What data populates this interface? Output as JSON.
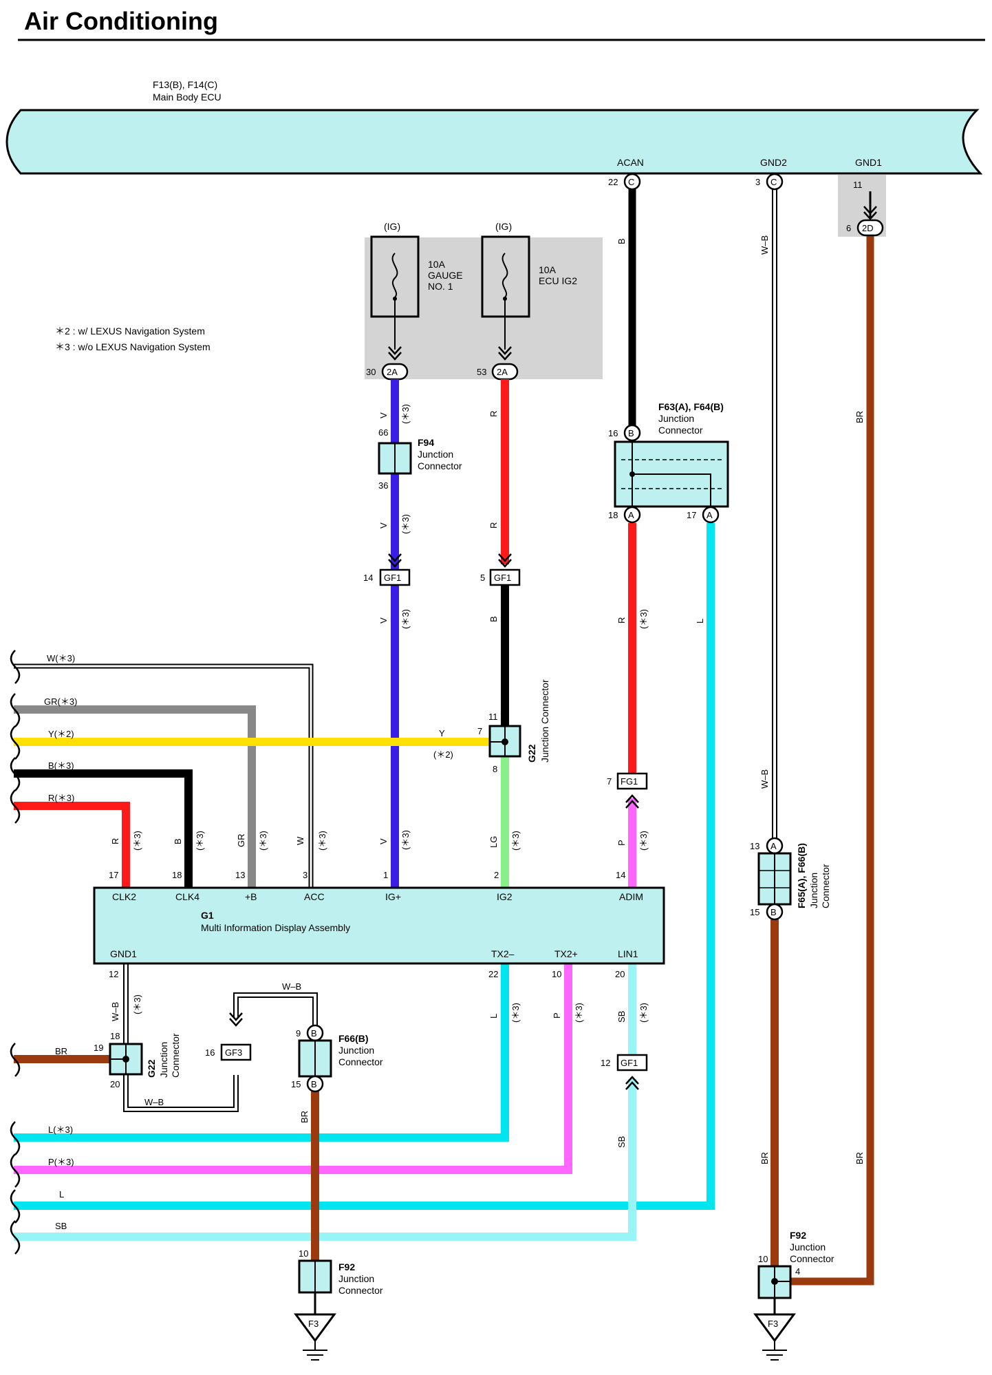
{
  "title": "Air Conditioning",
  "notes": [
    "＊2 : w/ LEXUS Navigation System",
    "＊3 : w/o LEXUS Navigation System"
  ],
  "colors": {
    "V": "#3a1ee6",
    "R": "#ff1a1a",
    "B": "#000000",
    "L": "#00e5f0",
    "SB": "#99f5f5",
    "P": "#ff66ff",
    "LG": "#88f088",
    "Y": "#ffe000",
    "GR": "#888888",
    "BR": "#9b3a0e",
    "W": "#ffffff",
    "box": "#bff0f0",
    "fuse_area": "#d4d4d4"
  },
  "main_ecu": {
    "code": "F13(B), F14(C)",
    "name": "Main Body ECU",
    "terminals": [
      {
        "name": "ACAN",
        "pin": "22",
        "conn": "C"
      },
      {
        "name": "GND2",
        "pin": "3",
        "conn": "C"
      },
      {
        "name": "GND1",
        "pin": "11"
      }
    ]
  },
  "fuses": [
    {
      "supply": "(IG)",
      "rating": "10A",
      "name1": "GAUGE",
      "name2": "NO. 1",
      "pin": "30",
      "conn": "2A"
    },
    {
      "supply": "(IG)",
      "rating": "10A",
      "name1": "ECU IG2",
      "name2": "",
      "pin": "53",
      "conn": "2A"
    }
  ],
  "gnd1_relay": {
    "pin": "6",
    "conn": "2D"
  },
  "g1": {
    "code": "G1",
    "name": "Multi Information Display Assembly",
    "top_terminals": [
      {
        "name": "CLK2",
        "pin": "17"
      },
      {
        "name": "CLK4",
        "pin": "18"
      },
      {
        "name": "+B",
        "pin": "13"
      },
      {
        "name": "ACC",
        "pin": "3"
      },
      {
        "name": "IG+",
        "pin": "1"
      },
      {
        "name": "IG2",
        "pin": "2"
      },
      {
        "name": "ADIM",
        "pin": "14"
      }
    ],
    "bottom_terminals": [
      {
        "name": "GND1",
        "pin": "12"
      },
      {
        "name": "TX2–",
        "pin": "22"
      },
      {
        "name": "TX2+",
        "pin": "10"
      },
      {
        "name": "LIN1",
        "pin": "20"
      }
    ]
  },
  "connectors": {
    "f94": {
      "code": "F94",
      "line1": "Junction",
      "line2": "Connector",
      "pin_in": "66",
      "pin_out": "36"
    },
    "f63": {
      "code": "F63(A), F64(B)",
      "line1": "Junction",
      "line2": "Connector",
      "pin_in": "16",
      "conn_in": "B",
      "pin_a": "18",
      "pin_b": "17",
      "conn_out": "A"
    },
    "g22_top": {
      "code": "G22",
      "desc": "Junction Connector",
      "pin_top": "11",
      "pin_left": "7",
      "pin_bottom": "8"
    },
    "g22_bottom": {
      "code": "G22",
      "line1": "Junction",
      "line2": "Connector",
      "pin_left": "19",
      "pin_top": "18",
      "pin_bottom": "20"
    },
    "f65": {
      "code": "F65(A), F66(B)",
      "line1": "Junction",
      "line2": "Connector",
      "pin_top": "13",
      "conn_top": "A",
      "pin_bottom": "15",
      "conn_bottom": "B"
    },
    "f66": {
      "code": "F66(B)",
      "line1": "Junction",
      "line2": "Connector",
      "pin_top": "9",
      "pin_bottom": "15",
      "conn": "B"
    },
    "f92_left": {
      "code": "F92",
      "line1": "Junction",
      "line2": "Connector",
      "pin": "10",
      "ground": "F3"
    },
    "f92_right": {
      "code": "F92",
      "line1": "Junction",
      "line2": "Connector",
      "pin_left": "10",
      "pin_right": "4",
      "ground": "F3"
    },
    "gf1_v": {
      "code": "GF1",
      "pin": "14"
    },
    "gf1_lg": {
      "code": "GF1",
      "pin": "5"
    },
    "fg1": {
      "code": "FG1",
      "pin": "7"
    },
    "gf3": {
      "code": "GF3",
      "pin": "16"
    },
    "gf1_sb": {
      "code": "GF1",
      "pin": "12"
    }
  },
  "wire_labels": {
    "acan": "B",
    "gnd2": "W–B",
    "gnd1": "BR",
    "v": "V",
    "r": "R",
    "b": "B",
    "lg": "LG",
    "p": "P",
    "l": "L",
    "sb": "SB",
    "br": "BR",
    "y": "Y",
    "gr": "GR",
    "w": "W",
    "wb": "W–B",
    "star2": "(＊2)",
    "star3": "(＊3)"
  },
  "left_wires": [
    "W(＊3)",
    "GR(＊3)",
    "Y(＊2)",
    "B(＊3)",
    "R(＊3)",
    "BR",
    "L(＊3)",
    "P(＊3)",
    "L",
    "SB"
  ]
}
